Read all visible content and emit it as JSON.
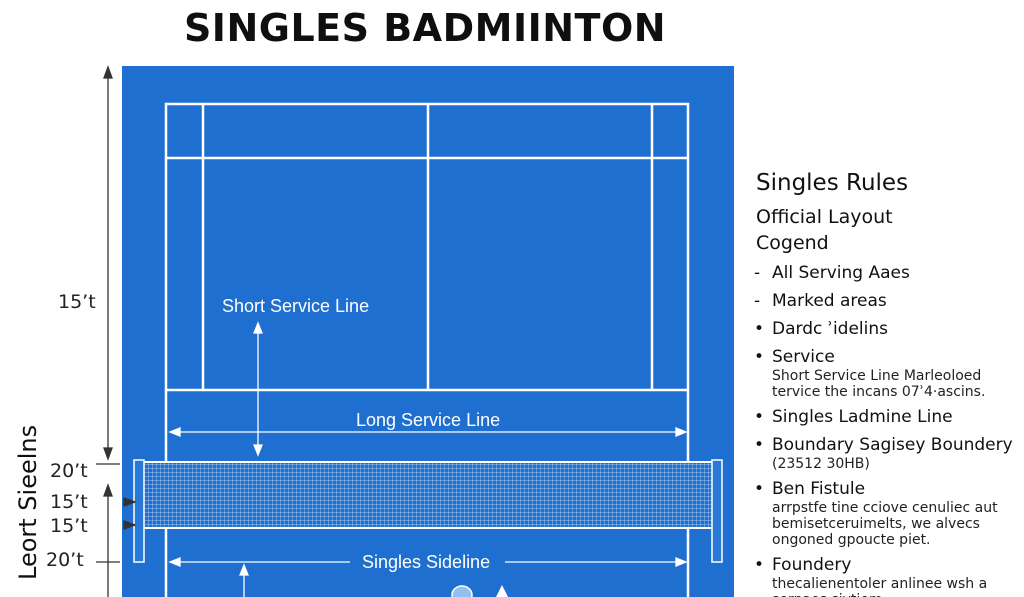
{
  "title": "SINGLES BADMIINTON",
  "dimensions": {
    "top": "15’t",
    "a": "20’t",
    "b": "15’t",
    "c": "15’t",
    "d": "20’t",
    "side_label": "Leort Sieelns"
  },
  "court": {
    "short_service": "Short Service Line",
    "long_service": "Long Service Line",
    "singles_sideline": "Singles Sideline",
    "colors": {
      "surface": "#1e6fd0",
      "lines": "#ffffff"
    }
  },
  "legend": {
    "heading": "Singles Rules",
    "line1": "Official Layout",
    "line2": "Cogend",
    "dash_items": [
      "All Serving Aaes",
      "Marked areas"
    ],
    "items": [
      {
        "label": "Dardc ʾidelins",
        "detail": ""
      },
      {
        "label": "Service",
        "detail": "Short Service Line Marleoloed tervice the incans 07ʾ4·ascins."
      },
      {
        "label": "Singles Ladmine Line",
        "detail": ""
      },
      {
        "label": "Boundary Sagisey Boundery",
        "detail": "(23512 30HB)"
      },
      {
        "label": "Ben Fistule",
        "detail": "arrpstfe tine cciove cenuliec aut bemisetceruimelts, we alvecs ongoned gpoucte piet."
      },
      {
        "label": "Foundery",
        "detail": "thecalienentoler anlinee wsh a serpaos sivtiem"
      }
    ]
  }
}
